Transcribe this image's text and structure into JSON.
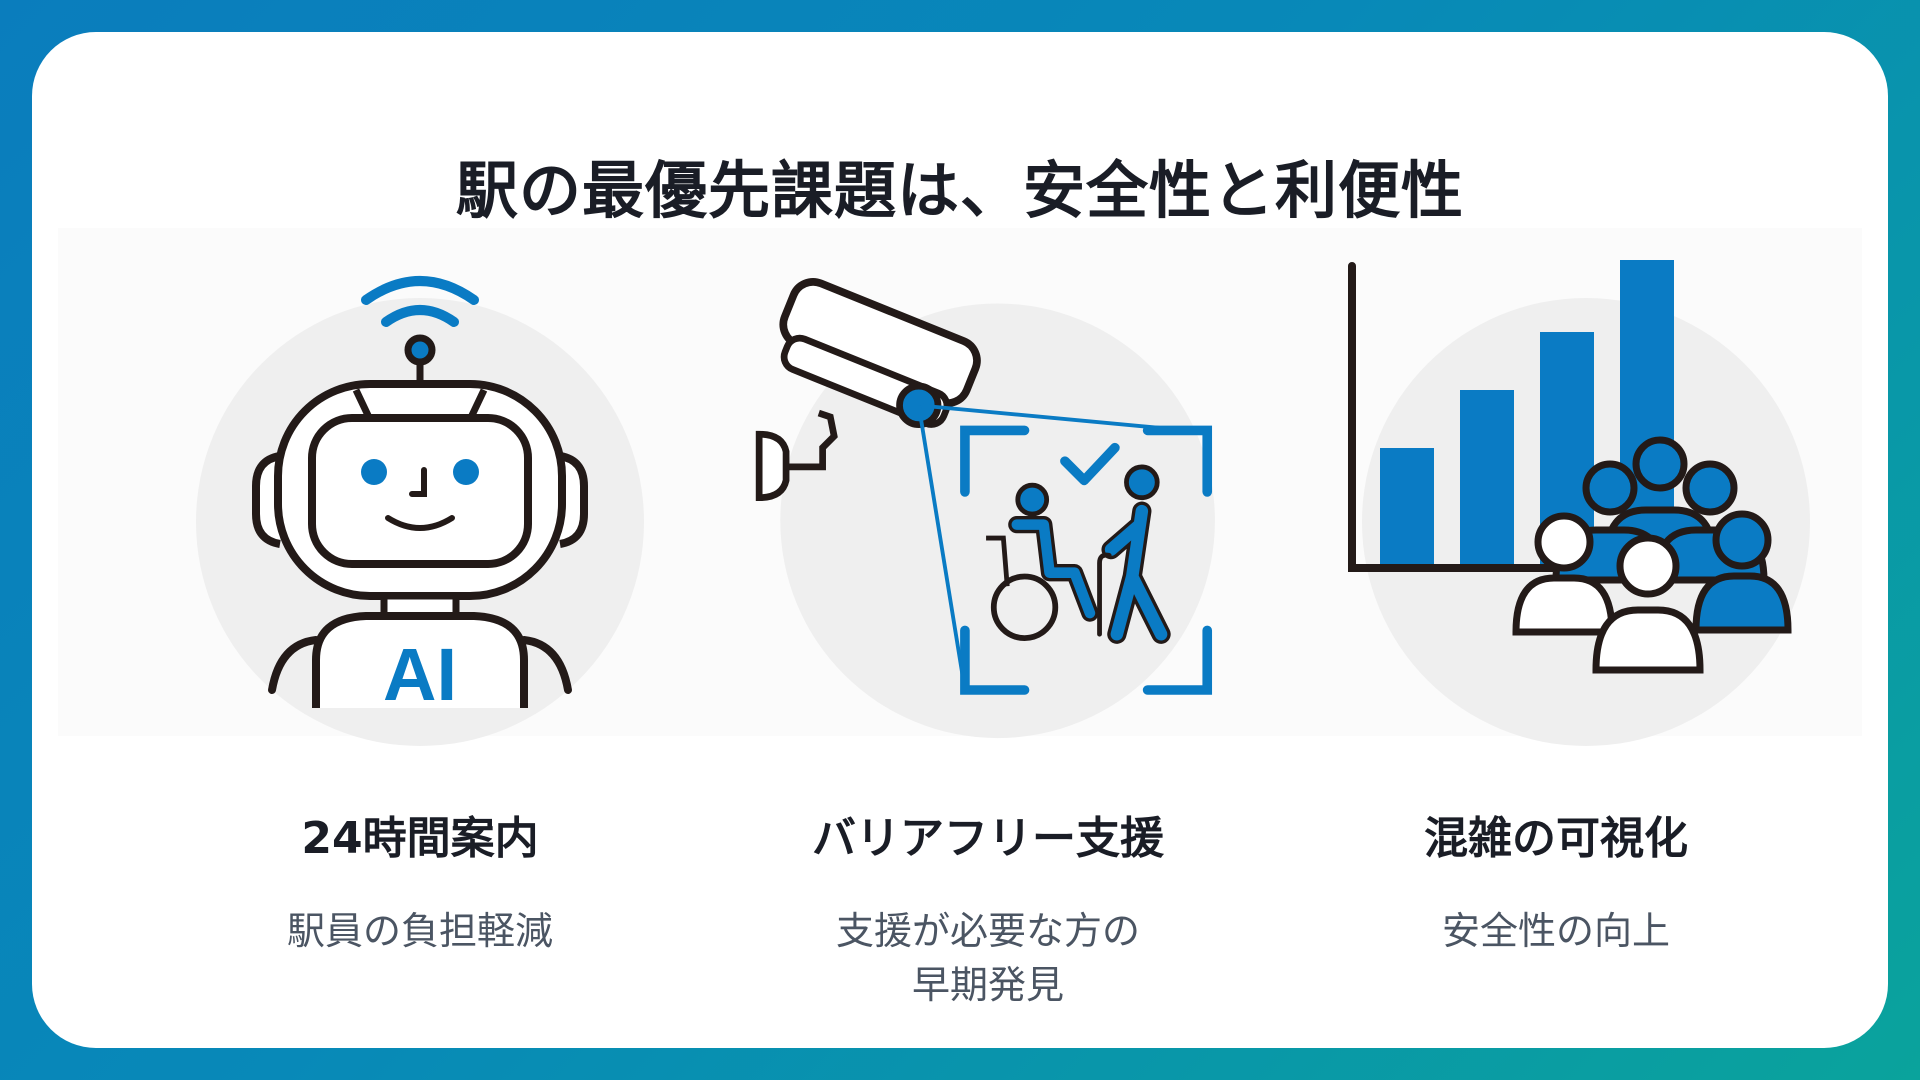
{
  "slide": {
    "title": "駅の最優先課題は、安全性と利便性"
  },
  "colors": {
    "background_start": "#0a7dbd",
    "background_end": "#0aa39c",
    "card": "#ffffff",
    "accent_blue": "#0a7bc4",
    "line_dark": "#231a18",
    "circle_gray": "#efefef",
    "heading_text": "#1a1d26",
    "desc_text": "#4b5563"
  },
  "features": [
    {
      "icon": "ai-robot-icon",
      "icon_label": "AI",
      "heading": "24時間案内",
      "desc_lines": [
        "駅員の負担軽減"
      ]
    },
    {
      "icon": "security-camera-accessibility-icon",
      "heading": "バリアフリー支援",
      "desc_lines": [
        "支援が必要な方の",
        "早期発見"
      ]
    },
    {
      "icon": "crowd-bar-chart-icon",
      "heading": "混雑の可視化",
      "desc_lines": [
        "安全性の向上"
      ]
    }
  ]
}
